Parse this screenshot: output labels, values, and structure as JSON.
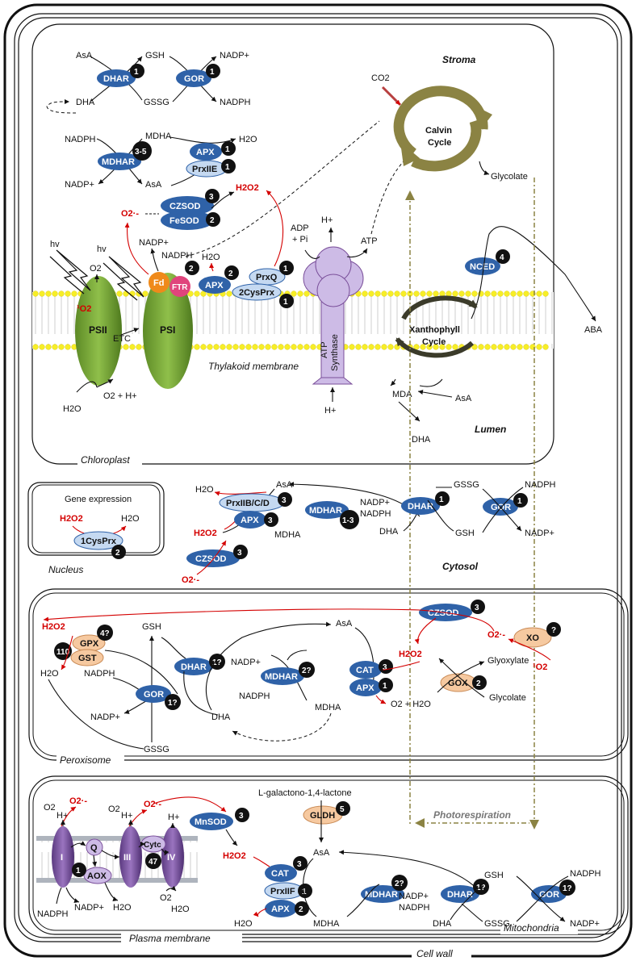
{
  "labels": {
    "stroma": "Stroma",
    "lumen": "Lumen",
    "chloroplast": "Chloroplast",
    "thylakoid": "Thylakoid membrane",
    "calvin": [
      "Calvin",
      "Cycle"
    ],
    "xanthophyll": [
      "Xanthophyll",
      "Cycle"
    ],
    "atp_synthase": [
      "ATP",
      "Synthase"
    ],
    "nucleus": "Nucleus",
    "gene_expression": "Gene expression",
    "cytosol": "Cytosol",
    "peroxisome": "Peroxisome",
    "mitochondria": "Mitochondria",
    "plasma_membrane": "Plasma membrane",
    "cell_wall": "Cell wall",
    "photorespiration": "Photorespiration",
    "lgalactono": "L-galactono-1,4-lactone"
  },
  "enzymes": {
    "dhar": "DHAR",
    "gor": "GOR",
    "mdhar": "MDHAR",
    "apx": "APX",
    "prxiie": "PrxIIE",
    "czsod": "CZSOD",
    "fesod": "FeSOD",
    "fd": "Fd",
    "ftr": "FTR",
    "prxq": "PrxQ",
    "twocysprx": "2CysPrx",
    "nced": "NCED",
    "psii": "PSII",
    "psi": "PSI",
    "etc": "ETC",
    "prxiibcd": "PrxIIB/C/D",
    "onecysprx": "1CysPrx",
    "gpx": "GPX",
    "gst": "GST",
    "cat": "CAT",
    "gox": "GOX",
    "xo": "XO",
    "mnsod": "MnSOD",
    "gldh": "GLDH",
    "prxiif": "PrxIIF",
    "aox": "AOX",
    "q": "Q",
    "cytc": "Cytc",
    "complex_i": "I",
    "complex_iii": "III",
    "complex_iv": "IV"
  },
  "badges": {
    "c_dhar": "1",
    "c_gor": "1",
    "c_mdhar": "3-5",
    "c_apx": "1",
    "c_prxiie": "1",
    "c_sod": "3",
    "c_fesod": "2",
    "c_ftr": "2",
    "c_apx_thy": "2",
    "c_prxq": "1",
    "c_2cys": "1",
    "c_nced": "4",
    "cy_prx": "3",
    "cy_apx": "3",
    "cy_mdhar": "1-3",
    "cy_dhar": "1",
    "cy_gor": "1",
    "cy_sod": "3",
    "n_1cys": "2",
    "p_gpx": "4?",
    "p_gst": "110",
    "p_dhar": "1?",
    "p_gor": "1?",
    "p_mdhar": "2?",
    "p_cat": "3",
    "p_apx": "1",
    "p_gox": "2",
    "p_sod": "3",
    "p_xo": "?",
    "m_mnsod": "3",
    "m_gldh": "5",
    "m_cat": "3",
    "m_prxiif": "1",
    "m_apx": "2",
    "m_mdhar": "2?",
    "m_dhar": "1?",
    "m_gor": "1?",
    "m_aox": "1",
    "m_cytc": "47"
  },
  "metabolites": {
    "asa": "AsA",
    "gsh": "GSH",
    "nadpplus": "NADP+",
    "nadph": "NADPH",
    "dha": "DHA",
    "gssg": "GSSG",
    "mdha": "MDHA",
    "h2o": "H2O",
    "h2o2": "H2O2",
    "o2": "O2",
    "o2rad": "O2·-",
    "singlet": "¹O2",
    "co2": "CO2",
    "glycolate": "Glycolate",
    "glyoxylate": "Glyoxylate",
    "hplus": "H+",
    "adp": "ADP",
    "pi": "+ Pi",
    "atp": "ATP",
    "aba": "ABA",
    "mda": "MDA",
    "hv": "hv",
    "o2h": "O2 + H+",
    "o2h2o": "O2 + H2O"
  },
  "colors": {
    "enzyme_blue": "#2f62a8",
    "light_blue": "#c5d9f1",
    "peach": "#f6c9a0",
    "green_ps": "#77a43a",
    "purple": "#7a4f9a",
    "lilac": "#cdbbe6",
    "calvin": "#8b8343",
    "red": "#d40000",
    "membrane_yellow": "#f7ee27",
    "fd_orange": "#ef8a1a",
    "ftr_pink": "#e0447c"
  }
}
